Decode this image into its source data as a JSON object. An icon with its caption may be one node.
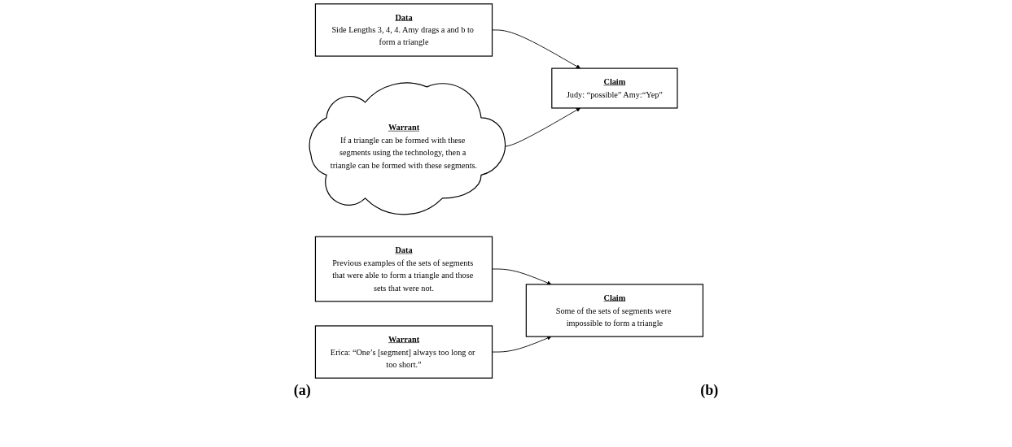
{
  "diagram": {
    "nodes": [
      {
        "text": [
          "Data",
          "Side Lengths 3, 4, 4. Amy drags a and b to form a triangle"
        ]
      },
      {
        "text": [
          "Claim",
          "Judy: “possible” Amy:“Yep”"
        ]
      },
      {
        "text": [
          "Warrant",
          "If a triangle can be formed with these segments using the technology, then a triangle can be formed with these segments."
        ]
      },
      {
        "text": [
          "Data",
          "Previous examples of the sets of segments that were able to form a triangle and those sets that were not."
        ]
      },
      {
        "text": [
          "Claim",
          "Some of the sets of segments were impossible to form a triangle"
        ]
      },
      {
        "text": [
          "Warrant",
          "Erica: “One’s [segment] always too long or too short.”"
        ]
      }
    ],
    "edges": [
      {
        "from": 0,
        "to": 1,
        "arrow": "to"
      },
      {
        "from": 2,
        "to": 1,
        "arrow": "to"
      },
      {
        "from": 3,
        "to": 4,
        "arrow": "to"
      },
      {
        "from": 5,
        "to": 4,
        "arrow": "to"
      }
    ],
    "labels": [
      "(a)",
      "(b)"
    ]
  }
}
